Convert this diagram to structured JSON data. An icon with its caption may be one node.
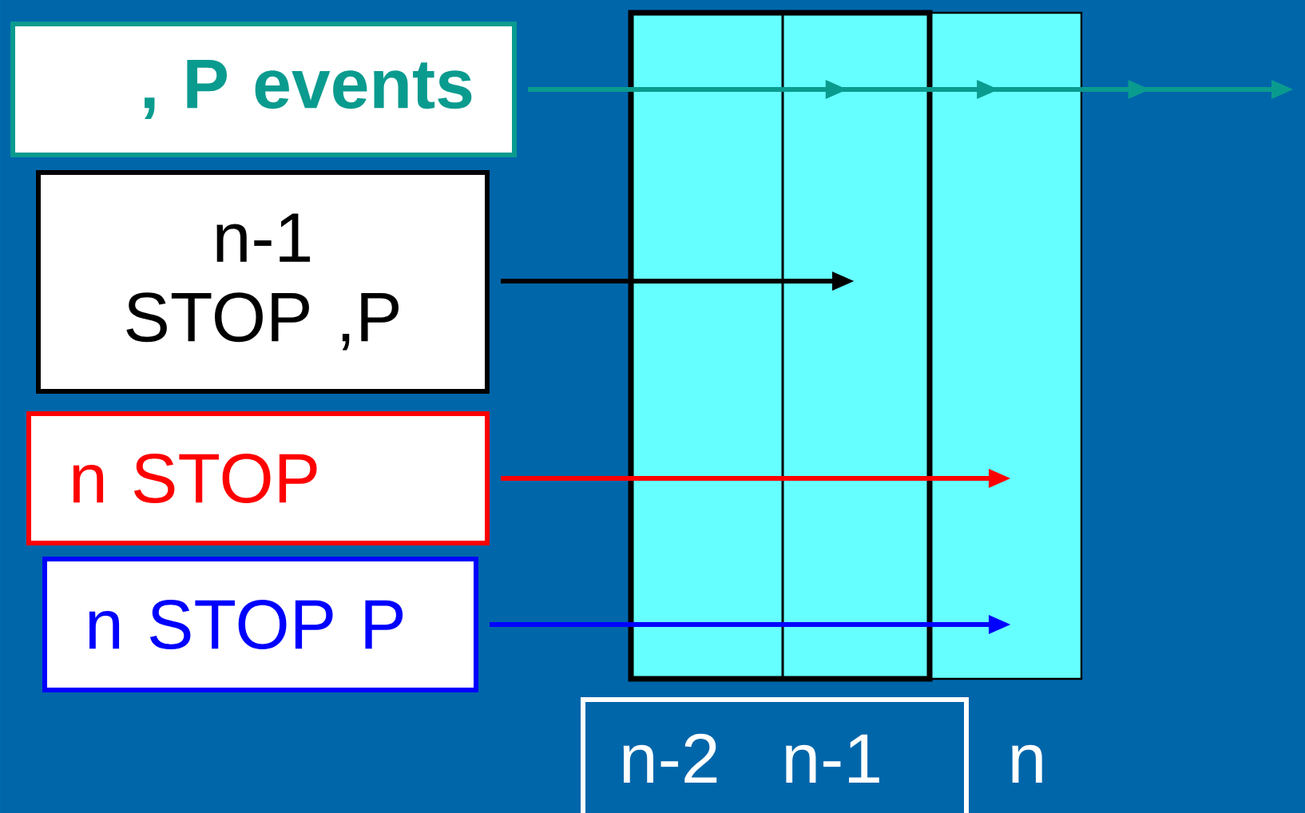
{
  "diagram": {
    "nodes": [
      {
        "text": [
          ", P events"
        ]
      },
      {
        "text": [
          "n-1 STOP ,P"
        ]
      },
      {
        "text": [
          "n STOP"
        ]
      },
      {
        "text": [
          "n STOP P"
        ]
      },
      {
        "text": [
          "n-2",
          "n-1"
        ]
      }
    ],
    "edges": [
      {
        "from": 0,
        "to": null,
        "arrow": "to",
        "color": "#0a9b8f"
      },
      {
        "from": 1,
        "to": null,
        "arrow": "to",
        "color": "#000000"
      },
      {
        "from": 2,
        "to": null,
        "arrow": "to",
        "color": "#ff0000"
      },
      {
        "from": 3,
        "to": null,
        "arrow": "to",
        "color": "#0000ff"
      }
    ],
    "labels": [
      "n"
    ]
  }
}
